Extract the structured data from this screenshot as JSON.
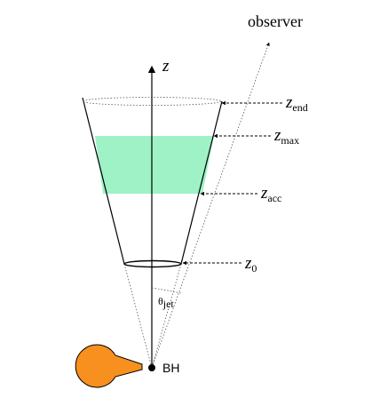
{
  "labels": {
    "observer": "observer",
    "z_axis": "z",
    "z_end": "z",
    "z_end_sub": "end",
    "z_max": "z",
    "z_max_sub": "max",
    "z_acc": "z",
    "z_acc_sub": "acc",
    "z_0": "z",
    "z_0_sub": "0",
    "theta": "θ",
    "theta_sub": "jet",
    "bh": "BH"
  },
  "colors": {
    "acceleration_region": "#9ef2c6",
    "companion_star": "#f7901e",
    "lines": "#000000"
  }
}
